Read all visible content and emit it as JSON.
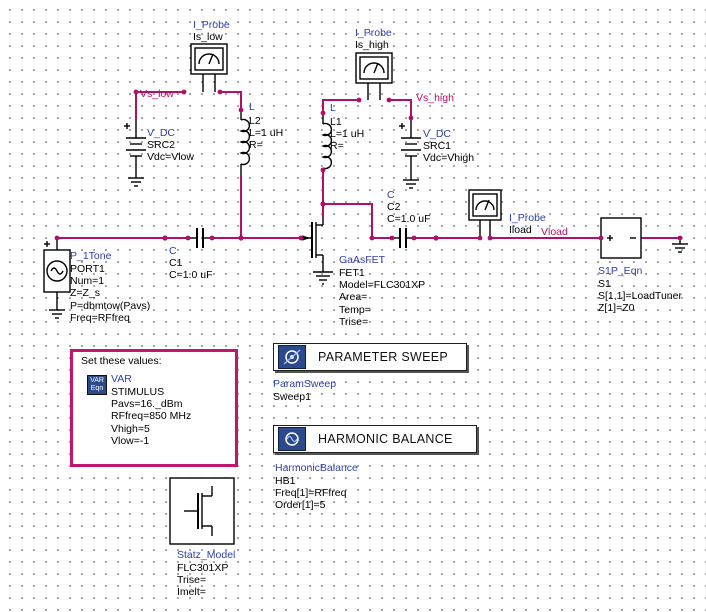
{
  "colors": {
    "wire": "#b0106a",
    "component": "#000000",
    "label_blue": "#2f3fa8",
    "box_border": "#c2166e",
    "control_icon": "#2c4a8a"
  },
  "probe_low": {
    "type": "I_Probe",
    "name": "Is_low"
  },
  "probe_high": {
    "type": "I_Probe",
    "name": "Is_high"
  },
  "probe_load": {
    "type": "I_Probe",
    "name": "Iload"
  },
  "nets": {
    "vs_low": "Vs_low",
    "vs_high": "Vs_high",
    "vload": "Vload"
  },
  "l2": {
    "type": "L",
    "name": "L2",
    "value": "L=1 uH",
    "r": "R="
  },
  "l1": {
    "type": "L",
    "name": "L1",
    "value": "L=1 uH",
    "r": "R="
  },
  "src2": {
    "type": "V_DC",
    "name": "SRC2",
    "vdc": "Vdc=Vlow"
  },
  "src1": {
    "type": "V_DC",
    "name": "SRC1",
    "vdc": "Vdc=Vhigh"
  },
  "c1": {
    "type": "C",
    "name": "C1",
    "value": "C=1.0 uF"
  },
  "c2": {
    "type": "C",
    "name": "C2",
    "value": "C=1.0 uF"
  },
  "port1": {
    "type": "P_1Tone",
    "lines": [
      "PORT1",
      "Num=1",
      "Z=Z_s",
      "P=dbmtow(Pavs)",
      "Freq=RFfreq"
    ]
  },
  "fet": {
    "type": "GaAsFET",
    "lines": [
      "FET1",
      "Model=FLC301XP",
      "Area=",
      "Temp=",
      "Trise="
    ]
  },
  "s1p": {
    "type": "S1P_Eqn",
    "lines": [
      "S1",
      "S[1,1]=LoadTuner",
      "Z[1]=Z0"
    ]
  },
  "setbox": {
    "title": "Set these values:",
    "icon_top": "VAR",
    "icon_bottom": "Eqn",
    "var_type": "VAR",
    "lines": [
      "STIMULUS",
      "Pavs=16._dBm",
      "RFfreq=850 MHz",
      "Vhigh=5",
      "Vlow=-1"
    ]
  },
  "sweep": {
    "title": "PARAMETER SWEEP",
    "type": "ParamSweep",
    "name": "Sweep1"
  },
  "hb": {
    "title": "HARMONIC BALANCE",
    "type": "HarmonicBalance",
    "lines": [
      "HB1",
      "Freq[1]=RFfreq",
      "Order[1]=5"
    ]
  },
  "model": {
    "type": "Statz_Model",
    "lines": [
      "FLC301XP",
      "Trise=",
      "Imelt="
    ]
  }
}
